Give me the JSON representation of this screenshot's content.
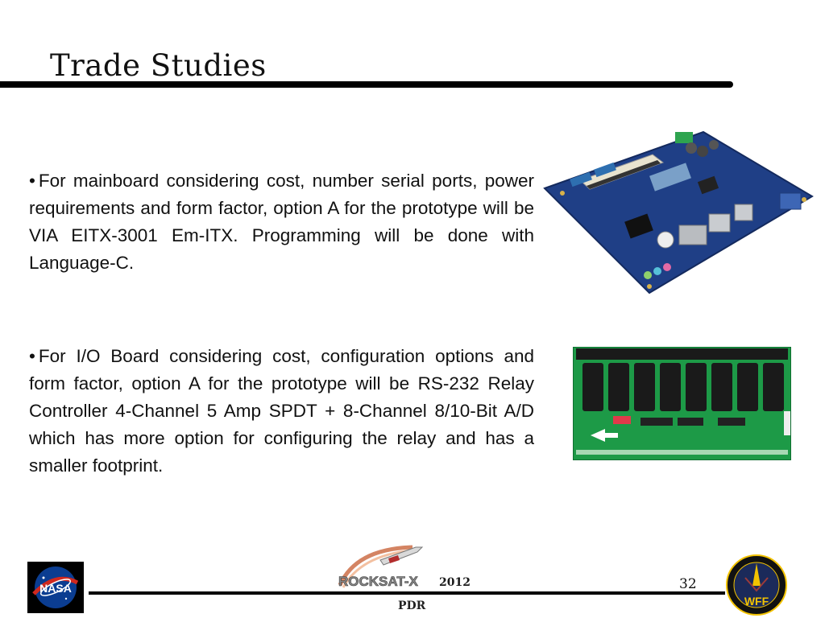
{
  "slide": {
    "title": "Trade Studies",
    "bullet_symbol": "•",
    "bullets": [
      {
        "text": "For mainboard considering cost, number serial ports, power requirements and form factor, option A for the prototype will be VIA EITX-3001 Em-ITX. Programming will be done with Language-C."
      },
      {
        "text": "For I/O Board considering cost, configuration options and form factor, option A for the prototype will be RS-232 Relay Controller 4-Channel 5 Amp SPDT + 8-Channel 8/10-Bit A/D which has more option for configuring the relay and has a smaller footprint."
      }
    ]
  },
  "footer": {
    "logo_left": "NASA",
    "center_logo": "ROCKSAT-X",
    "year": "2012",
    "label": "PDR",
    "page_number": "32",
    "logo_right": "WFF"
  },
  "images": {
    "mainboard": "mainboard-photo",
    "relay_board": "relay-board-photo"
  },
  "colors": {
    "nasa_blue": "#0b3d91",
    "nasa_red": "#d0281e",
    "pcb_blue": "#1f3f86",
    "pcb_green": "#1d9a47",
    "wff_yellow": "#f2c200"
  }
}
